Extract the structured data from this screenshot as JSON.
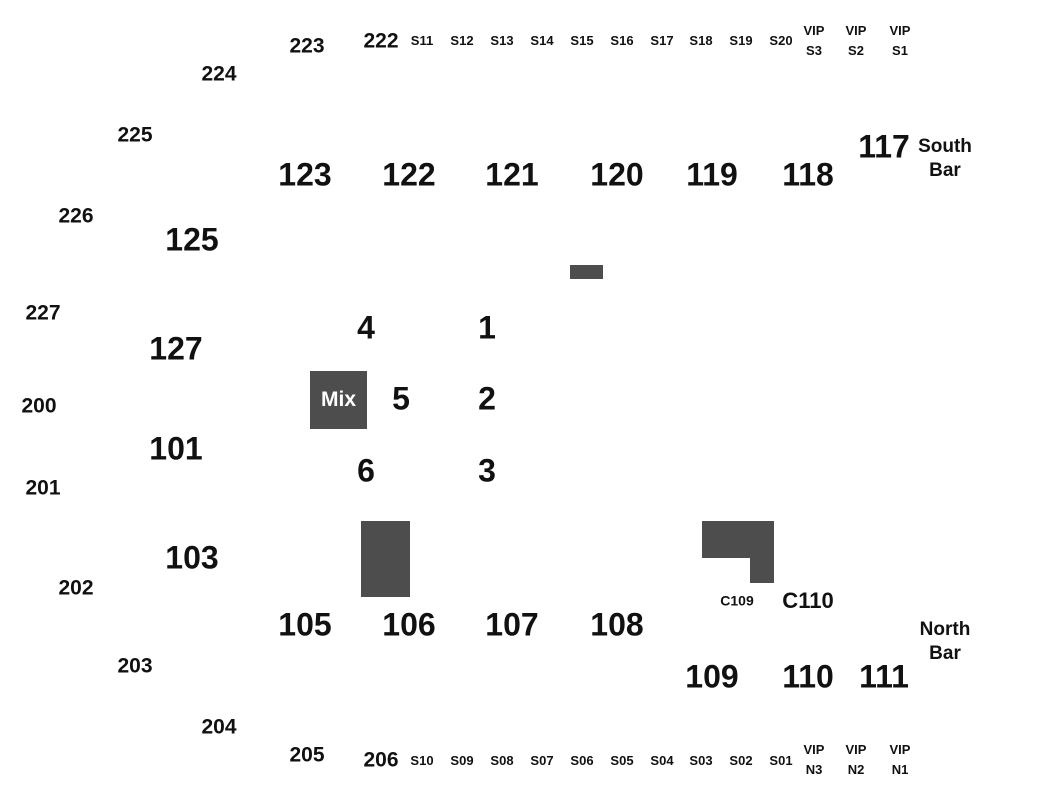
{
  "colors": {
    "block": "#4d4d4d",
    "text": "#111111",
    "mix_text": "#ffffff",
    "background": "#ffffff"
  },
  "upper_sections": [
    "222",
    "223",
    "224",
    "225",
    "226",
    "227",
    "200",
    "201",
    "202",
    "203",
    "204",
    "205",
    "206"
  ],
  "lower_sections": [
    "117",
    "118",
    "119",
    "120",
    "121",
    "122",
    "123",
    "125",
    "127",
    "101",
    "103",
    "105",
    "106",
    "107",
    "108",
    "109",
    "110",
    "111"
  ],
  "floor_sections": [
    "1",
    "2",
    "3",
    "4",
    "5",
    "6"
  ],
  "suites_south": [
    "S11",
    "S12",
    "S13",
    "S14",
    "S15",
    "S16",
    "S17",
    "S18",
    "S19",
    "S20"
  ],
  "suites_north": [
    "S10",
    "S09",
    "S08",
    "S07",
    "S06",
    "S05",
    "S04",
    "S03",
    "S02",
    "S01"
  ],
  "vip_south": [
    "VIP\nS3",
    "VIP\nS2",
    "VIP\nS1"
  ],
  "vip_north": [
    "VIP\nN3",
    "VIP\nN2",
    "VIP\nN1"
  ],
  "bars": [
    "South\nBar",
    "North\nBar"
  ],
  "camera_sections": [
    "C109",
    "C110"
  ],
  "mix_label": "Mix"
}
